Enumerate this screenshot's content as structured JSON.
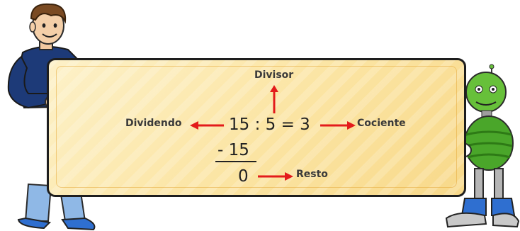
{
  "labels": {
    "divisor": "Divisor",
    "dividend": "Dividendo",
    "quotient": "Cociente",
    "remainder": "Resto"
  },
  "operation": {
    "equation": "15 : 5 = 3",
    "subtraction": "- 15",
    "remainder_value": "0"
  },
  "colors": {
    "arrow": "#e31b1b",
    "board_top": "#fdf1c8",
    "board_bottom": "#f8d98a"
  },
  "icons": [
    "boy-character",
    "green-robot-character"
  ]
}
